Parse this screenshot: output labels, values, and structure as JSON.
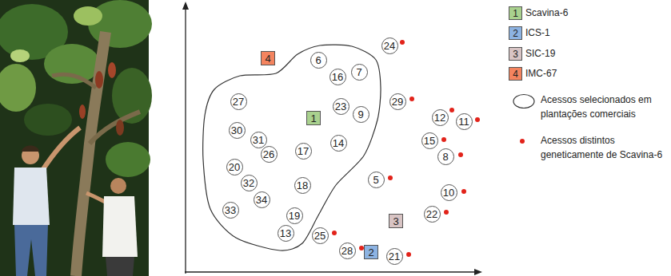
{
  "diagram": {
    "nodes": [
      {
        "text": [
          "4"
        ]
      },
      {
        "text": [
          "6"
        ]
      },
      {
        "text": [
          "24"
        ]
      },
      {
        "text": [
          "16"
        ]
      },
      {
        "text": [
          "7"
        ]
      },
      {
        "text": [
          "27"
        ]
      },
      {
        "text": [
          "29"
        ]
      },
      {
        "text": [
          "23"
        ]
      },
      {
        "text": [
          "9"
        ]
      },
      {
        "text": [
          "1"
        ]
      },
      {
        "text": [
          "12"
        ]
      },
      {
        "text": [
          "11"
        ]
      },
      {
        "text": [
          "30"
        ]
      },
      {
        "text": [
          "31"
        ]
      },
      {
        "text": [
          "14"
        ]
      },
      {
        "text": [
          "15"
        ]
      },
      {
        "text": [
          "17"
        ]
      },
      {
        "text": [
          "26"
        ]
      },
      {
        "text": [
          "8"
        ]
      },
      {
        "text": [
          "20"
        ]
      },
      {
        "text": [
          "5"
        ]
      },
      {
        "text": [
          "32"
        ]
      },
      {
        "text": [
          "18"
        ]
      },
      {
        "text": [
          "10"
        ]
      },
      {
        "text": [
          "34"
        ]
      },
      {
        "text": [
          "33"
        ]
      },
      {
        "text": [
          "22"
        ]
      },
      {
        "text": [
          "3"
        ]
      },
      {
        "text": [
          "19"
        ]
      },
      {
        "text": [
          "13"
        ]
      },
      {
        "text": [
          "25"
        ]
      },
      {
        "text": [
          "2"
        ]
      },
      {
        "text": [
          "28"
        ]
      },
      {
        "text": [
          "21"
        ]
      }
    ],
    "labels": [
      "1",
      "2",
      "3",
      "4"
    ],
    "legend": [
      {
        "text": "Scavina-6",
        "color": "#a9d18e"
      },
      {
        "text": "ICS-1",
        "color": "#8db3e2"
      },
      {
        "text": "SIC-19",
        "color": "#d8c4c4"
      },
      {
        "text": "IMC-67",
        "color": "#f4845f"
      },
      {
        "text": "Acessos selecionados em plantações comerciais"
      },
      {
        "text": "Acessos distintos geneticamente de Scavina-6"
      }
    ]
  }
}
